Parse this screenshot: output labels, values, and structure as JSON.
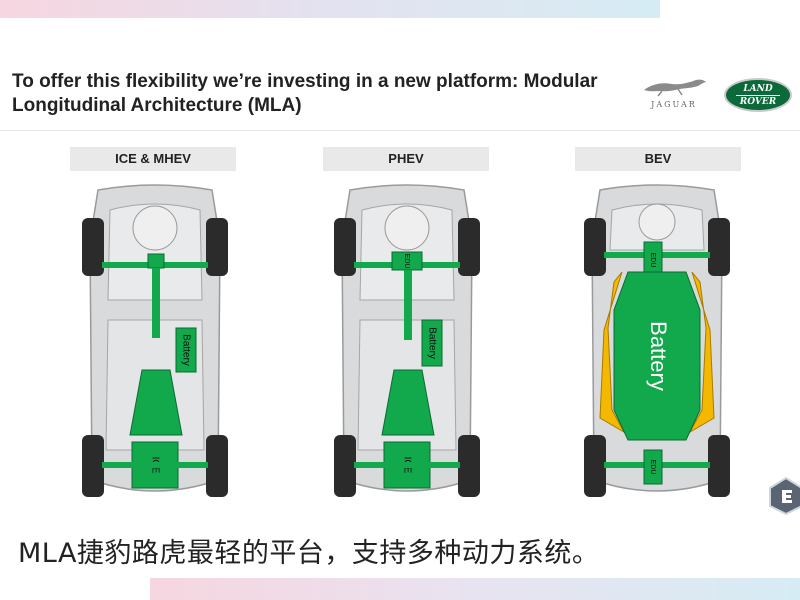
{
  "slide": {
    "title": "To offer this flexibility we’re investing in a new platform: Modular Longitudinal Architecture (MLA)",
    "logos": {
      "jaguar_text": "JAGUAR",
      "land_rover_line1": "LAND",
      "land_rover_line2": "ROVER"
    }
  },
  "configs": [
    {
      "label": "ICE & MHEV",
      "battery_label": "Battery",
      "engine_label": "ICE"
    },
    {
      "label": "PHEV",
      "battery_label": "Battery",
      "engine_label": "ICE",
      "edu_label": "EDU"
    },
    {
      "label": "BEV",
      "battery_label": "Battery",
      "edu_front_label": "EDU",
      "edu_rear_label": "EDU"
    }
  ],
  "caption": "MLA捷豹路虎最轻的平台，支持多种动力系统。",
  "colors": {
    "green": "#11a94c",
    "yellow": "#f5b800",
    "chassis": "#d9dadb",
    "wheel": "#2b2b2b"
  },
  "icons": [
    "jaguar-logo",
    "land-rover-logo",
    "corner-badge-icon"
  ]
}
